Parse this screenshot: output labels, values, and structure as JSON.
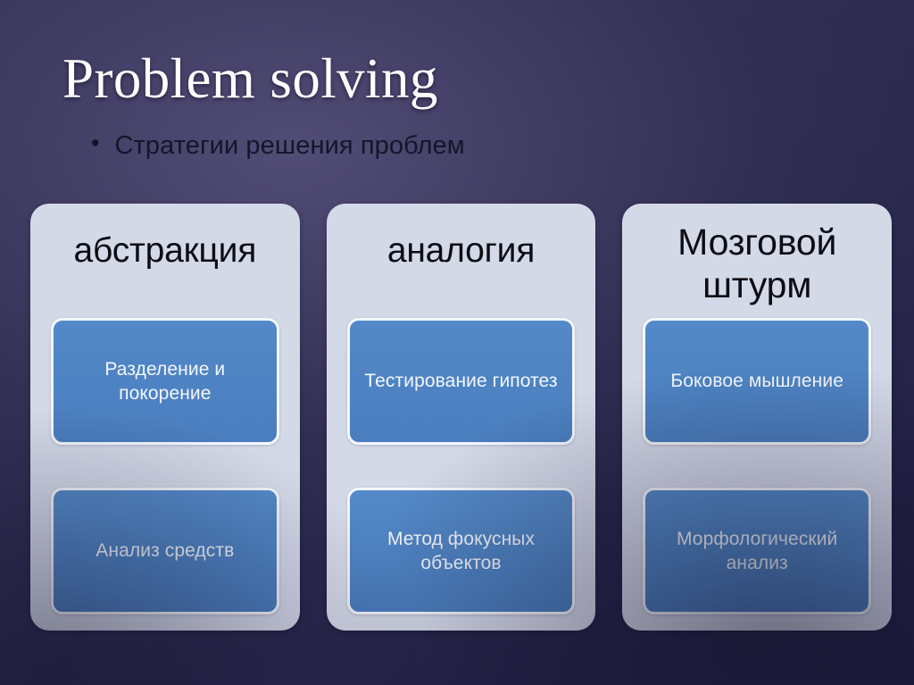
{
  "slide": {
    "title": "Problem solving",
    "bullet_marker": "•",
    "bullet_text": "Стратегии решения проблем",
    "colors": {
      "background_dark": "#2b2950",
      "background_light": "#53507a",
      "card_background": "#d4d9e8",
      "box_blue": "#4f86c6",
      "box_border": "#f4f7fc",
      "title_text": "#fdfdff",
      "card_title_text": "#0c0c14",
      "box_text": "#f3f7fd"
    }
  },
  "columns": [
    {
      "title": "абстракция",
      "items": [
        "Разделение и покорение",
        "Анализ средств"
      ]
    },
    {
      "title": "аналогия",
      "items": [
        "Тестирование гипотез",
        "Метод фокусных объектов"
      ]
    },
    {
      "title": "Мозговой штурм",
      "items": [
        "Боковое мышление",
        "Морфологический анализ"
      ]
    }
  ]
}
